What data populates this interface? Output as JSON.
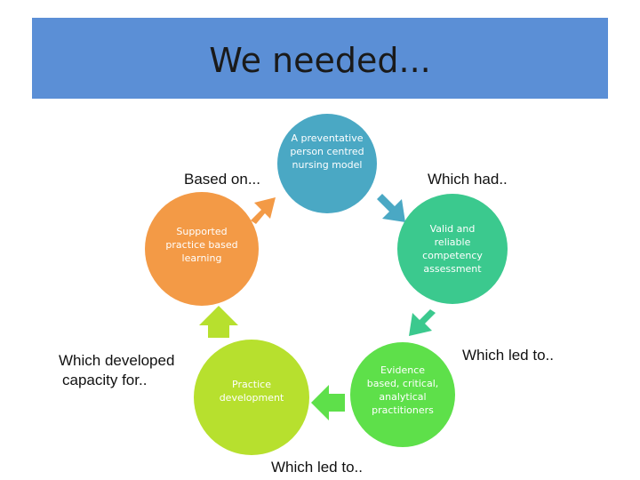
{
  "title": "We needed...",
  "nodes": {
    "model": "A preventative person centred nursing model",
    "competency": "Valid and reliable competency assessment",
    "evidence": "Evidence based, critical, analytical practitioners",
    "practice": "Practice development",
    "learning": "Supported practice based learning"
  },
  "labels": {
    "based_on": "Based on...",
    "which_had": "Which had..",
    "led_to_right": "Which led to..",
    "led_to_bottom": "Which led to..",
    "developed_line1": "Which developed",
    "developed_line2": "capacity for.."
  },
  "colors": {
    "header": "#5b8fd6",
    "model": "#4aa8c4",
    "competency": "#3bc98e",
    "evidence": "#5ee04a",
    "practice": "#b7e02e",
    "learning": "#f39a46"
  }
}
